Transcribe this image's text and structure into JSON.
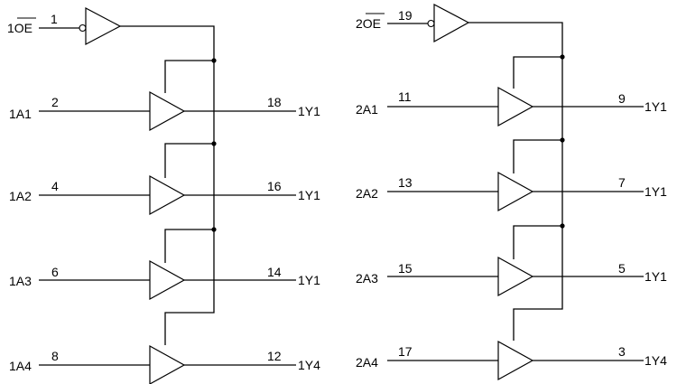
{
  "diagram": {
    "group1": {
      "enable": {
        "signal": "1OE",
        "overline": "OE",
        "pin": "1"
      },
      "channels": [
        {
          "input": "1A1",
          "in_pin": "2",
          "out_pin": "18",
          "output": "1Y1"
        },
        {
          "input": "1A2",
          "in_pin": "4",
          "out_pin": "16",
          "output": "1Y1"
        },
        {
          "input": "1A3",
          "in_pin": "6",
          "out_pin": "14",
          "output": "1Y1"
        },
        {
          "input": "1A4",
          "in_pin": "8",
          "out_pin": "12",
          "output": "1Y4"
        }
      ]
    },
    "group2": {
      "enable": {
        "signal": "2OE",
        "overline": "OE",
        "pin": "19"
      },
      "channels": [
        {
          "input": "2A1",
          "in_pin": "11",
          "out_pin": "9",
          "output": "1Y1"
        },
        {
          "input": "2A2",
          "in_pin": "13",
          "out_pin": "7",
          "output": "1Y1"
        },
        {
          "input": "2A3",
          "in_pin": "15",
          "out_pin": "5",
          "output": "1Y1"
        },
        {
          "input": "2A4",
          "in_pin": "17",
          "out_pin": "3",
          "output": "1Y4"
        }
      ]
    }
  }
}
